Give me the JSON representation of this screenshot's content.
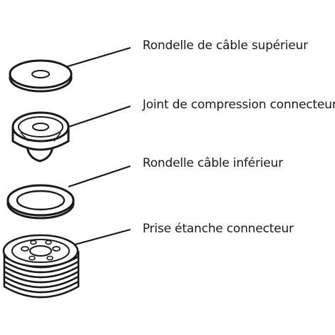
{
  "parts": [
    {
      "id": "upper-cable-washer",
      "label": "Rondelle de câble supérieur"
    },
    {
      "id": "compression-joint",
      "label": "Joint de compression connecteur"
    },
    {
      "id": "lower-cable-washer",
      "label": "Rondelle câble inférieur"
    },
    {
      "id": "sealed-plug",
      "label": "Prise étanche connecteur"
    }
  ],
  "colors": {
    "outline": "#1a1a1a",
    "fill": "#ffffff",
    "shade": "#d9d9d9"
  }
}
